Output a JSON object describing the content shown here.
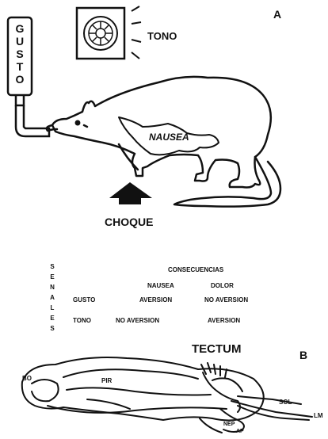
{
  "panel_a": {
    "label": "A",
    "bottle_text": "GUSTO",
    "speaker_label": "TONO",
    "nausea_label": "NAUSEA",
    "shock_label": "CHOQUE"
  },
  "table": {
    "side_label": "SENALES",
    "header": "CONSECUENCIAS",
    "columns": [
      "NAUSEA",
      "DOLOR"
    ],
    "rows": [
      {
        "signal": "GUSTO",
        "cells": [
          "AVERSION",
          "NO AVERSION"
        ]
      },
      {
        "signal": "TONO",
        "cells": [
          "NO AVERSION",
          "AVERSION"
        ]
      }
    ]
  },
  "panel_b": {
    "label": "B",
    "title": "TECTUM",
    "labels": {
      "bo": "BO",
      "pir": "PIR",
      "sol": "SOL",
      "lm": "LM",
      "nep": "NEP",
      "ap": "AP"
    }
  },
  "colors": {
    "ink": "#111111",
    "background": "#ffffff"
  },
  "icons": [
    "speaker-icon",
    "shock-arrow-icon"
  ]
}
